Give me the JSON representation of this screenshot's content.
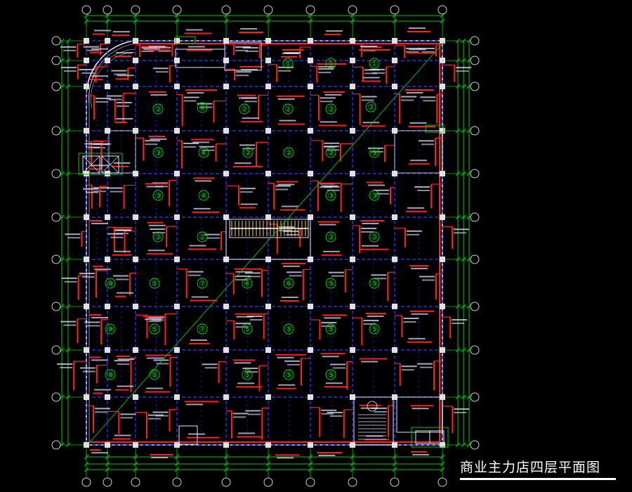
{
  "drawing": {
    "title": "商业主力店四层平面图",
    "colors": {
      "background": "#000000",
      "axis": "#00c800",
      "bubble": "#d0d0d0",
      "wall": "#e5e5ff",
      "beam": "#ff2020",
      "beam_secondary": "#2a2aff",
      "column": "#e0e0e0",
      "slab_label": "#00e000",
      "title": "#ffffff"
    }
  },
  "slab_labels": [
    "①",
    "①",
    "①",
    "②",
    "④",
    "②",
    "②",
    "②",
    "③",
    "③",
    "④",
    "②",
    "②",
    "②",
    "③",
    "③",
    "④",
    "③",
    "③",
    "②",
    "②",
    "②",
    "②",
    "⑧",
    "⑤",
    "⑦",
    "⑥",
    "⑥",
    "⑤",
    "⑤",
    "⑧",
    "⑤",
    "⑦",
    "⑤",
    "⑤",
    "⑤",
    "⑤",
    "⑧",
    "⑤",
    "⑤",
    "⑤",
    "⑤"
  ]
}
